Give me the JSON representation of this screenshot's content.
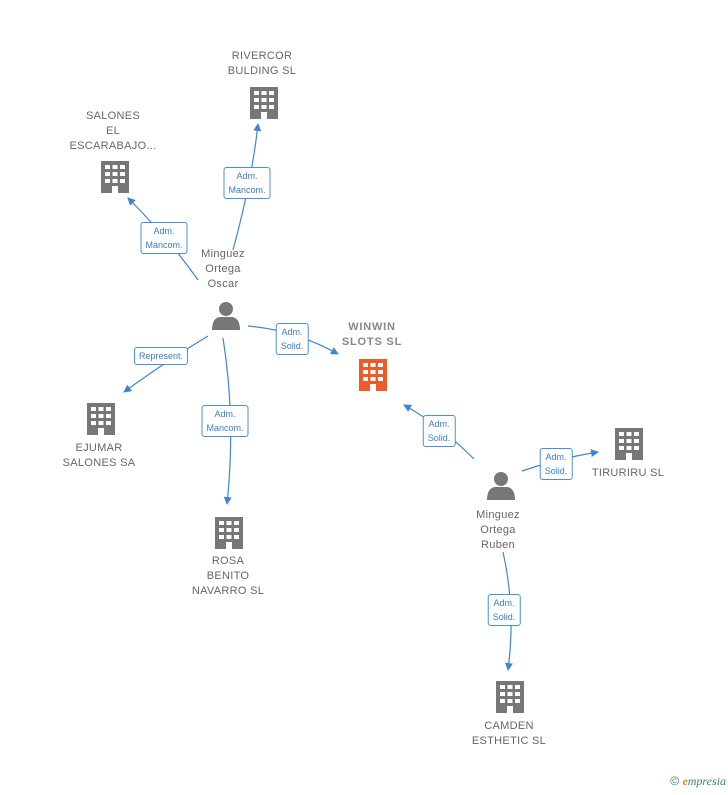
{
  "nodes": {
    "rivercor": {
      "label": "RIVERCOR\nBULDING  SL",
      "type": "company"
    },
    "salones": {
      "label": "SALONES\nEL\nESCARABAJO...",
      "type": "company"
    },
    "winwin": {
      "label": "WINWIN\nSLOTS  SL",
      "type": "company-main"
    },
    "ejumar": {
      "label": "EJUMAR\nSALONES SA",
      "type": "company"
    },
    "rosa": {
      "label": "ROSA\nBENITO\nNAVARRO SL",
      "type": "company"
    },
    "tiruriru": {
      "label": "TIRURIRU  SL",
      "type": "company"
    },
    "camden": {
      "label": "CAMDEN\nESTHETIC  SL",
      "type": "company"
    },
    "oscar": {
      "label": "Minguez\nOrtega\nOscar",
      "type": "person"
    },
    "ruben": {
      "label": "Minguez\nOrtega\nRuben",
      "type": "person"
    }
  },
  "edges": {
    "oscar_rivercor": {
      "label": "Adm.\nMancom."
    },
    "oscar_salones": {
      "label": "Adm.\nMancom."
    },
    "oscar_winwin": {
      "label": "Adm.\nSolid."
    },
    "oscar_ejumar": {
      "label": "Represent."
    },
    "oscar_rosa": {
      "label": "Adm.\nMancom."
    },
    "ruben_winwin": {
      "label": "Adm.\nSolid."
    },
    "ruben_tiruriru": {
      "label": "Adm.\nSolid."
    },
    "ruben_camden": {
      "label": "Adm.\nSolid."
    }
  },
  "footer": {
    "copyright": "©",
    "brand_initial": "e",
    "brand_rest": "mpresia"
  },
  "colors": {
    "edge": "#3f85d4",
    "company": "#777777",
    "main_company": "#f05a28",
    "person": "#777777"
  }
}
